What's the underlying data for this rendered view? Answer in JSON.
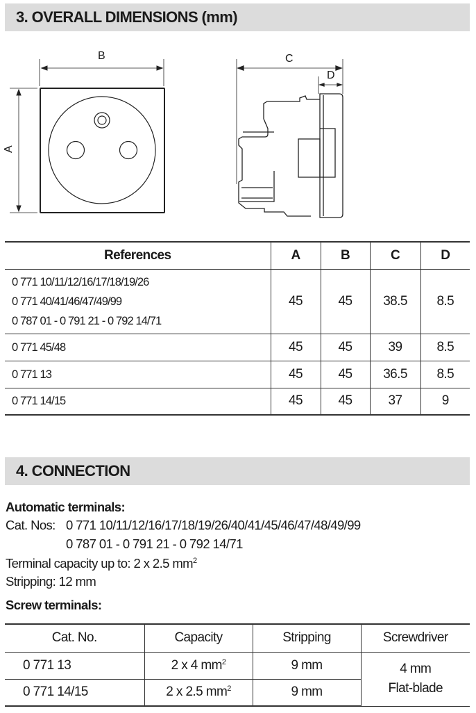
{
  "section3": {
    "title": "3. OVERALL DIMENSIONS (mm)",
    "labels": {
      "a": "A",
      "b": "B",
      "c": "C",
      "d": "D"
    }
  },
  "dimensions_table": {
    "headers": [
      "References",
      "A",
      "B",
      "C",
      "D"
    ],
    "rows": [
      {
        "refs": [
          "0 771 10/11/12/16/17/18/19/26",
          "0 771 40/41/46/47/49/99",
          "0 787 01 - 0 791 21 - 0 792 14/71"
        ],
        "a": "45",
        "b": "45",
        "c": "38.5",
        "d": "8.5"
      },
      {
        "refs": [
          "0 771 45/48"
        ],
        "a": "45",
        "b": "45",
        "c": "39",
        "d": "8.5"
      },
      {
        "refs": [
          "0 771 13"
        ],
        "a": "45",
        "b": "45",
        "c": "36.5",
        "d": "8.5"
      },
      {
        "refs": [
          "0 771 14/15"
        ],
        "a": "45",
        "b": "45",
        "c": "37",
        "d": "9"
      }
    ]
  },
  "section4": {
    "title": "4. CONNECTION",
    "automatic_heading": "Automatic terminals:",
    "cat_nos_label": "Cat. Nos:",
    "cat_nos_line1": "0 771 10/11/12/16/17/18/19/26/40/41/45/46/47/48/49/99",
    "cat_nos_line2": "0 787 01 - 0 791 21 - 0 792 14/71",
    "capacity": "Terminal capacity up to: 2 x 2.5 mm",
    "capacity_sup": "2",
    "stripping": "Stripping: 12 mm",
    "screw_heading": "Screw terminals:"
  },
  "connection_table": {
    "headers": [
      "Cat. No.",
      "Capacity",
      "Stripping",
      "Screwdriver"
    ],
    "rows": [
      {
        "cat": "0 771 13",
        "capacity": "2 x 4 mm",
        "sup": "2",
        "stripping": "9 mm"
      },
      {
        "cat": "0 771 14/15",
        "capacity": "2 x 2.5 mm",
        "sup": "2",
        "stripping": "9 mm"
      }
    ],
    "screwdriver": [
      "4 mm",
      "Flat-blade"
    ]
  }
}
